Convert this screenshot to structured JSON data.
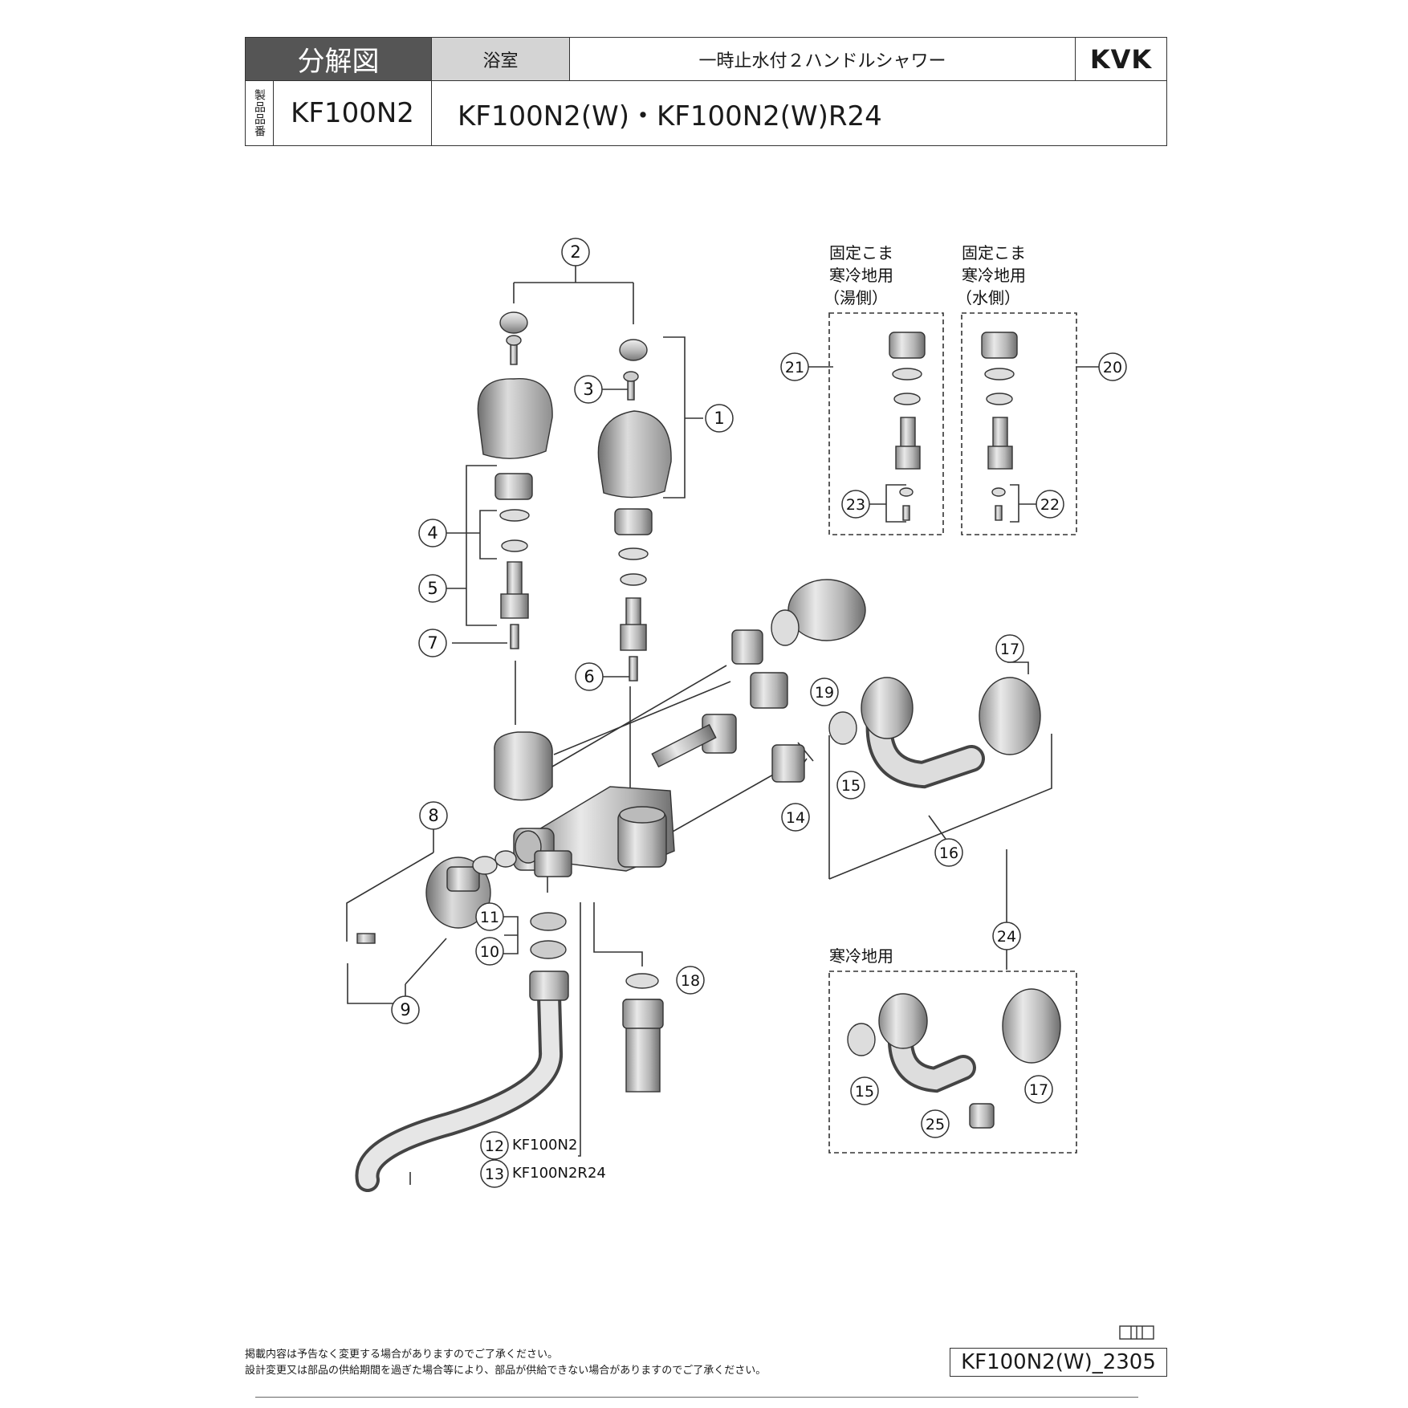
{
  "header": {
    "title": "分解図",
    "room": "浴室",
    "product_name": "一時止水付２ハンドルシャワー",
    "brand": "KVK",
    "product_number_label": "製品品番",
    "product_number": "KF100N2",
    "models": "KF100N2(W)・KF100N2(W)R24"
  },
  "diagram": {
    "callouts": [
      "1",
      "2",
      "3",
      "4",
      "5",
      "6",
      "7",
      "8",
      "9",
      "10",
      "11",
      "14",
      "15",
      "16",
      "17",
      "18",
      "19",
      "20",
      "21",
      "22",
      "23",
      "24",
      "25"
    ],
    "callout_12": "12",
    "callout_13": "13",
    "label_12": "KF100N2",
    "label_13": "KF100N2R24",
    "callout_15b": "15",
    "callout_17b": "17",
    "box_hot_label": [
      "固定こま",
      "寒冷地用",
      "（湯側）"
    ],
    "box_cold_label": [
      "固定こま",
      "寒冷地用",
      "（水側）"
    ],
    "box_cold_region_label": "寒冷地用"
  },
  "footer": {
    "note_1": "掲載内容は予告なく変更する場合がありますのでご了承ください。",
    "note_2": "設計変更又は部品の供給期間を過ぎた場合等により、部品が供給できない場合がありますのでご了承ください。",
    "code": "KF100N2(W)_2305"
  },
  "colors": {
    "header_dark": "#555555",
    "header_light": "#d4d4d4",
    "line": "#333333"
  }
}
